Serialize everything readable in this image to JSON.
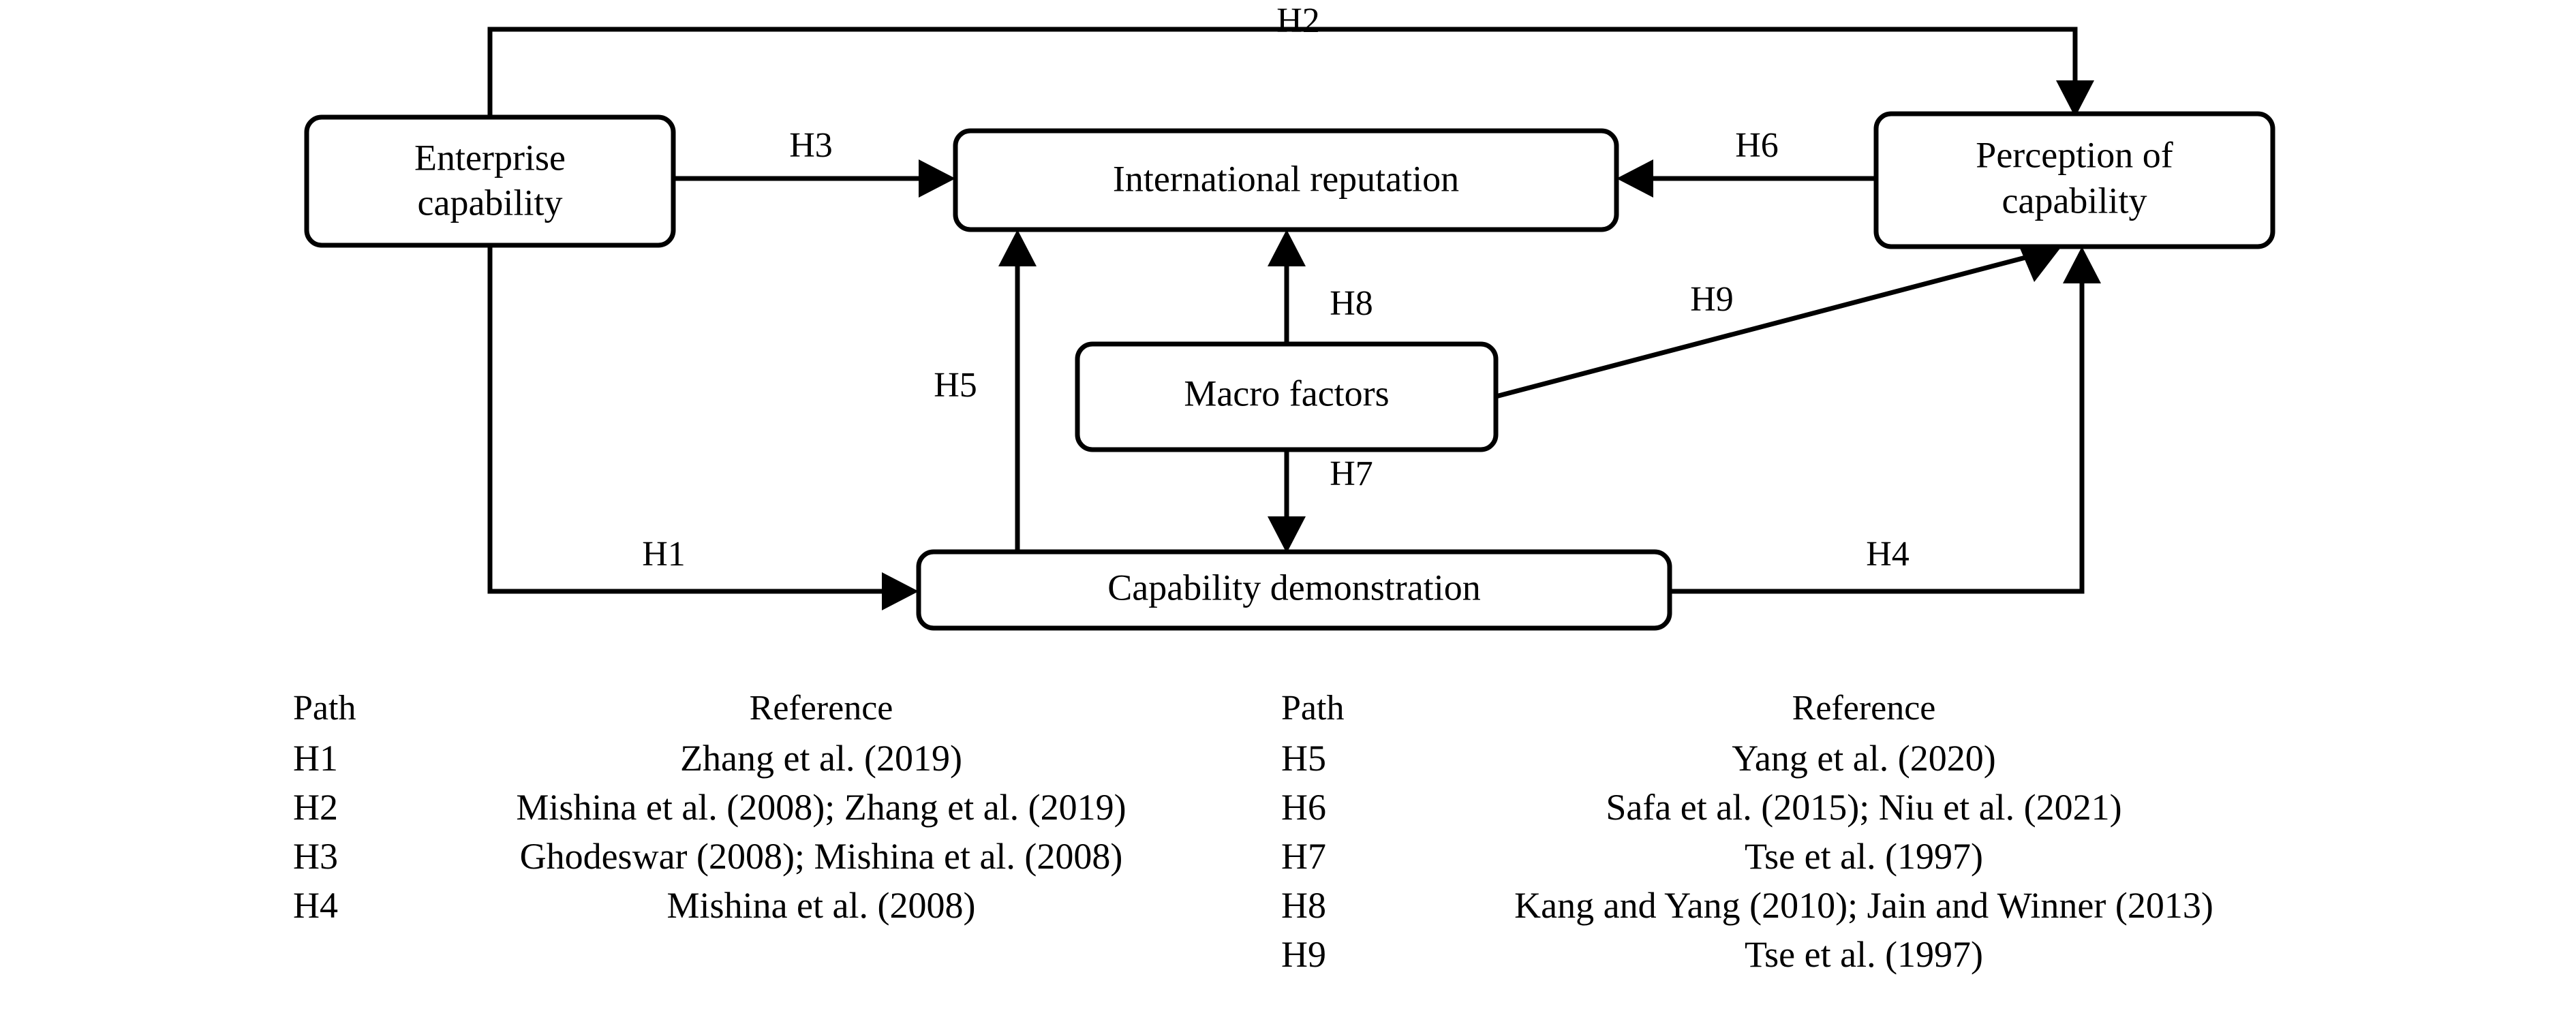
{
  "diagram": {
    "title": "",
    "nodes": [
      {
        "id": "enterprise-capability",
        "label_line1": "Enterprise",
        "label_line2": "capability"
      },
      {
        "id": "international-reputation",
        "label_line1": "International reputation",
        "label_line2": ""
      },
      {
        "id": "perception-of-capability",
        "label_line1": "Perception of",
        "label_line2": "capability"
      },
      {
        "id": "macro-factors",
        "label_line1": "Macro factors",
        "label_line2": ""
      },
      {
        "id": "capability-demonstration",
        "label_line1": "Capability demonstration",
        "label_line2": ""
      }
    ],
    "edges": [
      {
        "id": "h1",
        "label": "H1",
        "from": "enterprise-capability",
        "to": "capability-demonstration"
      },
      {
        "id": "h2",
        "label": "H2",
        "from": "enterprise-capability",
        "to": "perception-of-capability"
      },
      {
        "id": "h3",
        "label": "H3",
        "from": "enterprise-capability",
        "to": "international-reputation"
      },
      {
        "id": "h4",
        "label": "H4",
        "from": "capability-demonstration",
        "to": "perception-of-capability"
      },
      {
        "id": "h5",
        "label": "H5",
        "from": "capability-demonstration",
        "to": "international-reputation"
      },
      {
        "id": "h6",
        "label": "H6",
        "from": "perception-of-capability",
        "to": "international-reputation"
      },
      {
        "id": "h7",
        "label": "H7",
        "from": "macro-factors",
        "to": "capability-demonstration"
      },
      {
        "id": "h8",
        "label": "H8",
        "from": "macro-factors",
        "to": "international-reputation"
      },
      {
        "id": "h9",
        "label": "H9",
        "from": "macro-factors",
        "to": "perception-of-capability"
      }
    ],
    "colors": {
      "stroke": "#000000",
      "fill": "#ffffff",
      "text": "#000000"
    }
  },
  "tables": {
    "left": {
      "headers": {
        "path": "Path",
        "reference": "Reference"
      },
      "rows": [
        {
          "path": "H1",
          "reference": "Zhang et al. (2019)"
        },
        {
          "path": "H2",
          "reference": "Mishina et al. (2008); Zhang et al. (2019)"
        },
        {
          "path": "H3",
          "reference": "Ghodeswar (2008); Mishina et al. (2008)"
        },
        {
          "path": "H4",
          "reference": "Mishina et al. (2008)"
        }
      ]
    },
    "right": {
      "headers": {
        "path": "Path",
        "reference": "Reference"
      },
      "rows": [
        {
          "path": "H5",
          "reference": "Yang et al. (2020)"
        },
        {
          "path": "H6",
          "reference": "Safa et al. (2015); Niu et al. (2021)"
        },
        {
          "path": "H7",
          "reference": "Tse et al. (1997)"
        },
        {
          "path": "H8",
          "reference": "Kang and Yang (2010); Jain and Winner (2013)"
        },
        {
          "path": "H9",
          "reference": "Tse et al. (1997)"
        }
      ]
    }
  }
}
